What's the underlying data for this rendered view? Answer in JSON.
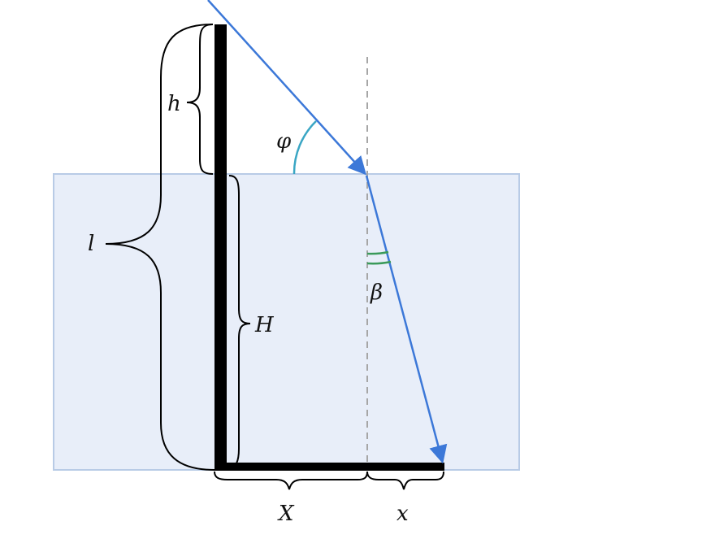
{
  "labels": {
    "h": "h",
    "H": "H",
    "l": "l",
    "phi": "φ",
    "beta": "β",
    "X": "X",
    "x": "x"
  },
  "colors": {
    "water_fill": "#e8eef9",
    "water_border": "#b8cbe6",
    "pole": "#000000",
    "ray": "#3c78d8",
    "normal": "#a6a6a6",
    "angle_phi": "#3aa6c4",
    "angle_beta": "#3a9a5a"
  }
}
